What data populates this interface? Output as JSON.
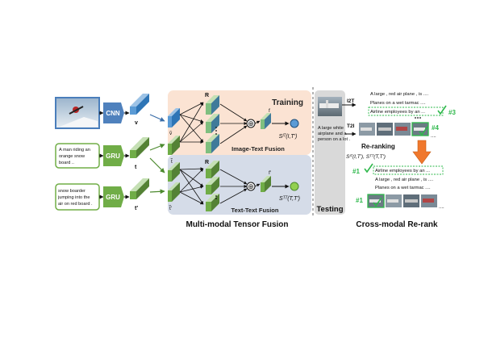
{
  "encoders": {
    "cnn": "CNN",
    "gru_1": "GRU",
    "gru_2": "GRU"
  },
  "inputs": {
    "caption_1": [
      "A man riding an",
      "orange snow",
      "board .."
    ],
    "caption_2": [
      "snow boarder",
      "jumping into the",
      "air on red board ."
    ]
  },
  "vectors": {
    "v": "v",
    "t": "t",
    "t_prime": "t′",
    "v_tilde": "ṽ",
    "t_tilde_1": "t̃",
    "t_tilde_2": "t̃′",
    "r_1": "R",
    "r_2": "R",
    "f_1": "f",
    "f_2": "f′",
    "plus": "⊕"
  },
  "fusion": {
    "training_label": "Training",
    "image_text_label": "Image-Text Fusion",
    "text_text_label": "Text-Text Fusion",
    "score_it": "Sᴵᵀ(I,T′)",
    "score_tt": "Sᵀᵀ(T,T′)",
    "title": "Multi-modal Tensor Fusion"
  },
  "testing": {
    "label": "Testing",
    "query_caption": [
      "A large white",
      "airplane and a",
      "person on a lot ."
    ]
  },
  "rerank": {
    "i2t_label": "I2T",
    "t2i_label": "T2I",
    "i2t_list": [
      "A large , red air plane , is ....",
      "Planes on a wet tarmac ....",
      "Airline employees by an ..."
    ],
    "rank_badge_3": "#3",
    "rank_badge_4": "#4",
    "rerank_label": "Re-ranking",
    "scores_line": "Sᴵᵀ(I,T′), Sᵀᵀ(T,T′)",
    "rank_badge_1a": "#1",
    "reranked_list": [
      "Airline employees by an ...",
      "A large , red air plane , is ....",
      "Planes on a wet tarmac ...."
    ],
    "rank_badge_1b": "#1",
    "ellipsis": "....",
    "title": "Cross-modal Re-rank"
  },
  "colors": {
    "training_bg": "#fbe3d3",
    "text_fusion_bg": "#d5dce8",
    "testing_bg": "#d9d9d9",
    "cnn_blue": "#4f81bd",
    "gru_green": "#70ad47",
    "check_green": "#2eb84b",
    "rerank_orange": "#f0782d",
    "node_blue": "#5b9bd5",
    "node_green": "#92d050"
  }
}
